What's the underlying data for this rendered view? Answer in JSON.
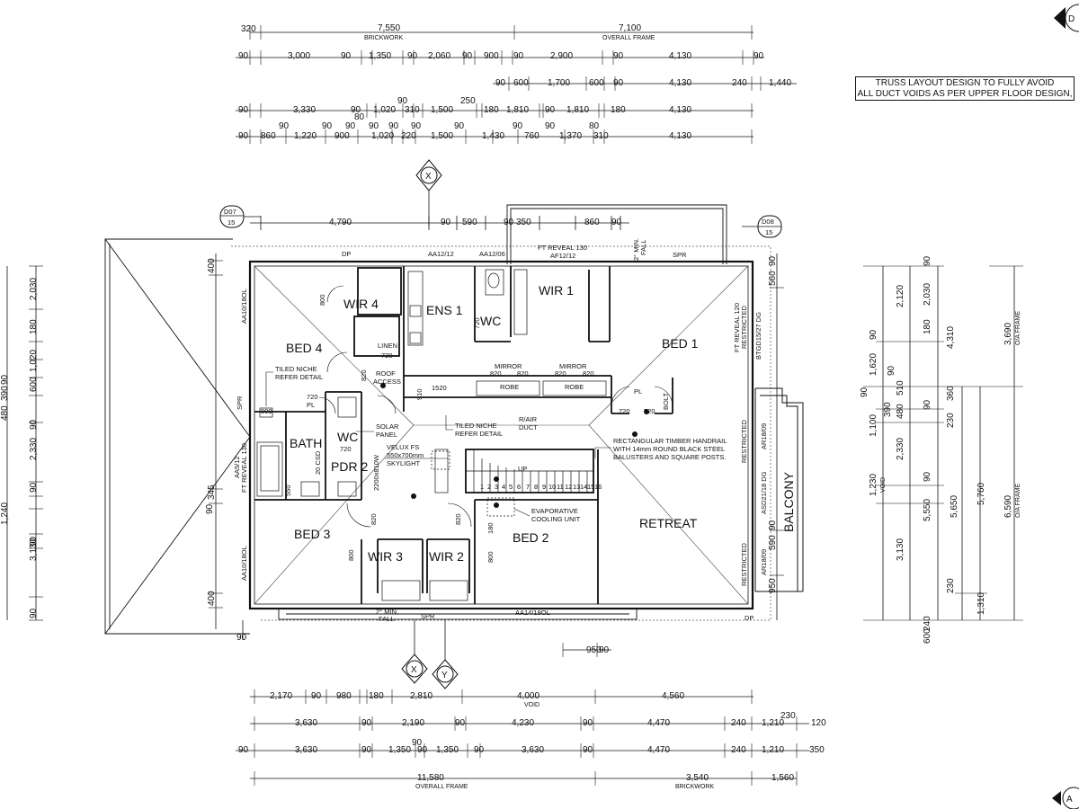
{
  "truss_note": {
    "line1": "TRUSS LAYOUT DESIGN TO FULLY AVOID",
    "line2": "ALL DUCT VOIDS AS PER UPPER FLOOR DESIGN,"
  },
  "top_dims": {
    "row1": [
      "320",
      "7,550",
      "7,100"
    ],
    "row1_sub": [
      "BRICKWORK",
      "OVERALL FRAME"
    ],
    "row2": [
      "90",
      "3,000",
      "90",
      "1,350",
      "90",
      "2,060",
      "90",
      "900",
      "90",
      "2,900",
      "90",
      "4,130",
      "90"
    ],
    "row3": [
      "90",
      "600",
      "1,700",
      "600",
      "90",
      "4,130",
      "240",
      "1,440"
    ],
    "row4_above": [
      "90",
      "250"
    ],
    "row4": [
      "90",
      "3,330",
      "90",
      "1,020",
      "310",
      "1,500",
      "180",
      "1,810",
      "90",
      "1,810",
      "180",
      "4,130"
    ],
    "row5_above": [
      "90",
      "90",
      "90",
      "90",
      "90",
      "90",
      "90",
      "90",
      "90",
      "80"
    ],
    "row5": [
      "90",
      "860",
      "1,220",
      "900",
      "1,020",
      "220",
      "1,500",
      "1,430",
      "760",
      "1,370",
      "310",
      "4,130"
    ]
  },
  "bottom_dims": {
    "row1": [
      "2,170",
      "90",
      "980",
      "180",
      "2,810",
      "4,000",
      "4,560"
    ],
    "row1_sub": "VOID",
    "row2": [
      "3,630",
      "90",
      "2,190",
      "90",
      "4,230",
      "90",
      "4,470",
      "240",
      "1,210",
      "230",
      "120"
    ],
    "row3": [
      "90",
      "3,630",
      "90",
      "1,350",
      "90",
      "1,350",
      "90",
      "3,630",
      "90",
      "4,470",
      "240",
      "1,210",
      "350"
    ],
    "row3_above": "90",
    "row4": [
      "11,580",
      "3,540",
      "1,560"
    ],
    "row4_sub": [
      "OVERALL FRAME",
      "BRICKWORK"
    ],
    "misc": [
      "950",
      "90",
      "90"
    ]
  },
  "plan_dims": [
    "4,790",
    "590",
    "350",
    "860",
    "90",
    "90",
    "90"
  ],
  "left_dims": [
    "400",
    "2,030",
    "180",
    "1,020",
    "600",
    "390",
    "480",
    "90",
    "2,330",
    "90",
    "345",
    "1,240",
    "90",
    "3,130",
    "90",
    "400",
    "90",
    "90",
    "90"
  ],
  "right_dims": [
    "90",
    "2,030",
    "2,120",
    "180",
    "4,310",
    "90",
    "1,620",
    "90",
    "510",
    "90",
    "1,100",
    "390",
    "480",
    "90",
    "2,330",
    "230",
    "360",
    "3,690",
    "O/A FRAME",
    "90",
    "1,230",
    "VOID",
    "5,550",
    "5,650",
    "5,760",
    "6,590",
    "O/A FRAME",
    "3,130",
    "230",
    "1,310",
    "240",
    "600",
    "560",
    "90",
    "590",
    "950",
    "90"
  ],
  "rooms": {
    "wir4": "WIR 4",
    "ens1": "ENS 1",
    "wc1": "WC",
    "wir1": "WIR 1",
    "bed4": "BED 4",
    "bed1": "BED 1",
    "bath": "BATH",
    "wc2": "WC",
    "pdr2": "PDR 2",
    "bed3": "BED 3",
    "wir3": "WIR 3",
    "wir2": "WIR 2",
    "bed2": "BED 2",
    "retreat": "RETREAT",
    "balcony": "BALCONY"
  },
  "labels": {
    "tiled_niche1": "TILED NICHE",
    "refer_detail1": "REFER DETAIL",
    "tiled_niche2": "TILED NICHE",
    "refer_detail2": "REFER DETAIL",
    "solar1": "SOLAR",
    "solar2": "PANEL",
    "velux1": "VELUX FS",
    "velux2": "550x700mm",
    "velux3": "SKYLIGHT",
    "handrail1": "RECTANGULAR TIMBER HANDRAIL",
    "handrail2": "WITH 14mm ROUND BLACK STEEL",
    "handrail3": "BALUSTERS AND SQUARE POSTS.",
    "evap1": "EVAPORATIVE",
    "evap2": "COOLING UNIT",
    "rair1": "R/AIR",
    "rair2": "DUCT",
    "mirror1": "MIRROR",
    "mirror2": "MIRROR",
    "robe1": "ROBE",
    "robe2": "ROBE",
    "m820a": "820",
    "m820b": "820",
    "m820c": "820",
    "m820d": "820",
    "linen": "LINEN",
    "linen720": "720",
    "roof1": "ROOF",
    "roof2": "ACCESS",
    "d1520": "1520",
    "d910": "910",
    "pl1": "PL",
    "pl2": "PL",
    "bolt": "BOLT",
    "d720a": "720",
    "d720b": "720",
    "d720c": "720",
    "d720d": "720",
    "d720e": "720",
    "d820a": "820",
    "d820b": "820",
    "d820c": "820",
    "d820d": "820",
    "d800a": "800",
    "d800b": "800",
    "d800c": "800",
    "d180": "180",
    "d550": "550",
    "d900": "900",
    "spr1": "SPR",
    "spr2": "SPR",
    "spr3": "SPR",
    "dp1": "DP",
    "dp2": "DP",
    "aa1212": "AA12/12",
    "aa1206": "AA12/06",
    "ft_reveal_top": "FT REVEAL 130",
    "af1212": "AF12/12",
    "fall1": "2° MIN.",
    "fall2": "FALL",
    "fall3": "2° MIN.",
    "fall4": "FALL",
    "aa1418": "AA14/18OL",
    "aa1018a": "AA10/18OL",
    "aa1018b": "AA10/18OL",
    "aa512": "AA5/12",
    "ft_reveal_left": "FT REVEAL 130",
    "ft_reveal_right": "FT REVEAL 120",
    "restricted1": "RESTRICTED",
    "restricted2": "RESTRICTED",
    "restricted3": "RESTRICTED",
    "btgd": "BTGD15/27 DG",
    "ar1809a": "AR18/09",
    "ar1809b": "AR18/09",
    "asd": "ASD21/18 DG",
    "stair_up": "UP",
    "sw2200": "2200x810W",
    "csd": "20 CSD"
  },
  "stair_numbers": [
    "1",
    "2",
    "3",
    "4",
    "5",
    "6",
    "7",
    "8",
    "9",
    "10",
    "11",
    "12",
    "13",
    "14",
    "15",
    "16"
  ],
  "markers": {
    "d07_code": "D07",
    "d07_num": "15",
    "d08_code": "D08",
    "d08_num": "15",
    "x_top": "X",
    "x_bottom": "X",
    "y_bottom": "Y",
    "d_corner": "D",
    "a_corner": "A"
  }
}
